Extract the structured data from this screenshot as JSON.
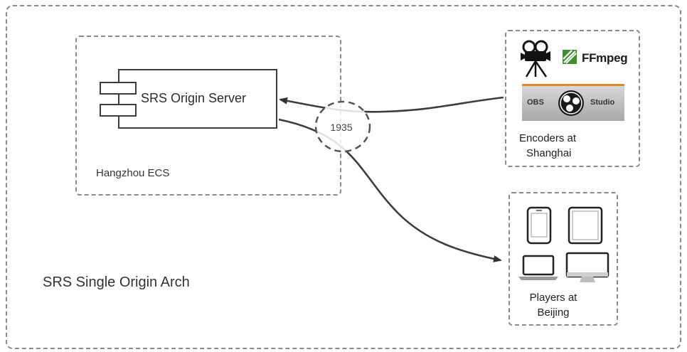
{
  "diagram": {
    "title": "SRS Single Origin Arch",
    "origin": {
      "server_label": "SRS Origin Server",
      "host_label": "Hangzhou ECS"
    },
    "port_label": "1935",
    "encoders": {
      "label_line1": "Encoders at",
      "label_line2": "Shanghai",
      "tools": {
        "ffmpeg": "FFmpeg",
        "obs_left": "OBS",
        "obs_right": "Studio"
      }
    },
    "players": {
      "label_line1": "Players at",
      "label_line2": "Beijing"
    }
  },
  "colors": {
    "border_dash": "#8a8a8a",
    "line": "#3d3d3d",
    "ffmpeg_green": "#3f8f2f",
    "obs_orange": "#e0892b"
  }
}
